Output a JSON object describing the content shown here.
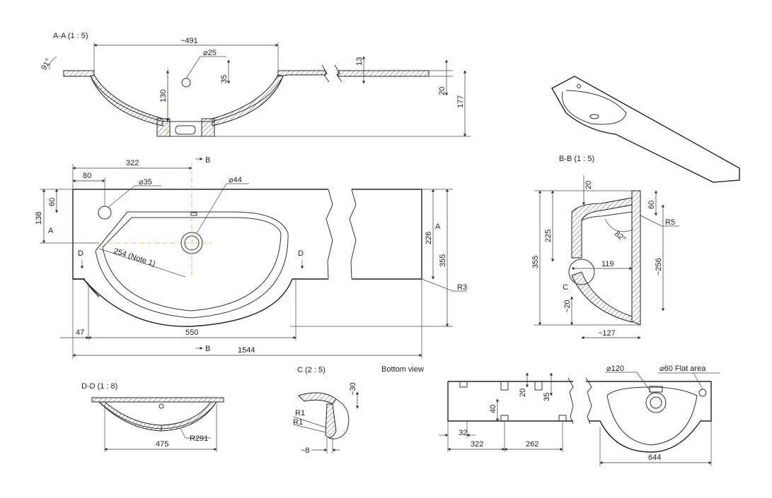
{
  "views": {
    "aa": {
      "title": "A-A (1 : 5)",
      "dims": [
        "~491",
        "⌀25",
        "35",
        "130",
        "13",
        "20",
        "177",
        "91°"
      ]
    },
    "plan": {
      "dims": [
        "322",
        "80",
        "⌀35",
        "⌀44",
        "138",
        "60",
        "A",
        "A",
        "D",
        "D",
        "B",
        "B",
        "254 (Note 1)",
        "226",
        "355",
        "R3",
        "47",
        "550",
        "1544"
      ]
    },
    "bb": {
      "title": "B-B (1 : 5)",
      "dims": [
        "20",
        "60",
        "225",
        "82°",
        "R5",
        "355",
        "119",
        "~256",
        "C",
        "~20",
        "~127"
      ]
    },
    "dd": {
      "title": "D-D (1 : 8)",
      "dims": [
        "475",
        "R291"
      ]
    },
    "c": {
      "title": "C (2 : 5)",
      "dims": [
        "~30",
        "R1",
        "R1",
        "~8"
      ]
    },
    "bottom": {
      "title": "Bottom view",
      "dims": [
        "20",
        "35",
        "40",
        "32",
        "322",
        "262"
      ]
    },
    "top_right": {
      "dims": [
        "⌀120",
        "⌀60 Flat area",
        "644"
      ]
    }
  }
}
